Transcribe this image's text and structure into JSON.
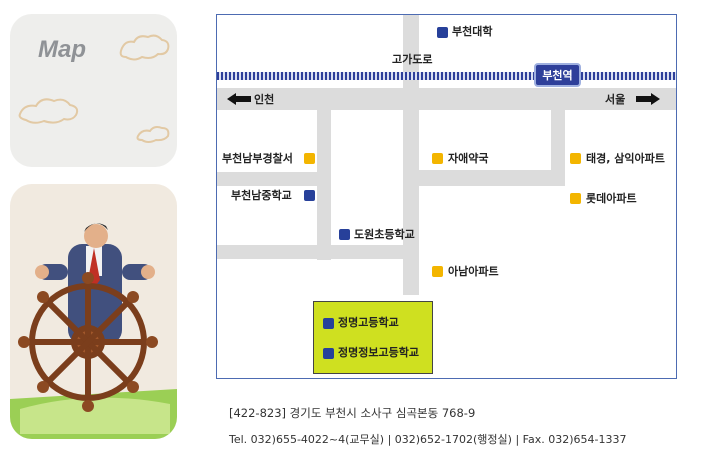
{
  "side": {
    "map_title": "Map"
  },
  "map": {
    "overpass_label": "고가도로",
    "station": "부천역",
    "direction_west": "인천",
    "direction_east": "서울",
    "landmarks": [
      {
        "name": "부천대학",
        "color": "blue"
      },
      {
        "name": "부천남부경찰서",
        "color": "yellow"
      },
      {
        "name": "자애약국",
        "color": "yellow"
      },
      {
        "name": "태경, 삼익아파트",
        "color": "yellow"
      },
      {
        "name": "부천남중학교",
        "color": "blue"
      },
      {
        "name": "롯데아파트",
        "color": "yellow"
      },
      {
        "name": "도원초등학교",
        "color": "blue"
      },
      {
        "name": "아남아파트",
        "color": "yellow"
      },
      {
        "name": "정명고등학교",
        "color": "blue"
      },
      {
        "name": "정명정보고등학교",
        "color": "blue"
      }
    ]
  },
  "footer": {
    "address": "[422-823] 경기도 부천시 소사구 심곡본동 768-9",
    "contact": "Tel. 032)655-4022~4(교무실) | 032)652-1702(행정실) | Fax. 032)654-1337"
  },
  "colors": {
    "blue_marker": "#27409a",
    "yellow_marker": "#f3b500",
    "highlight_box": "#cfe020",
    "frame": "#4d6bb2"
  }
}
